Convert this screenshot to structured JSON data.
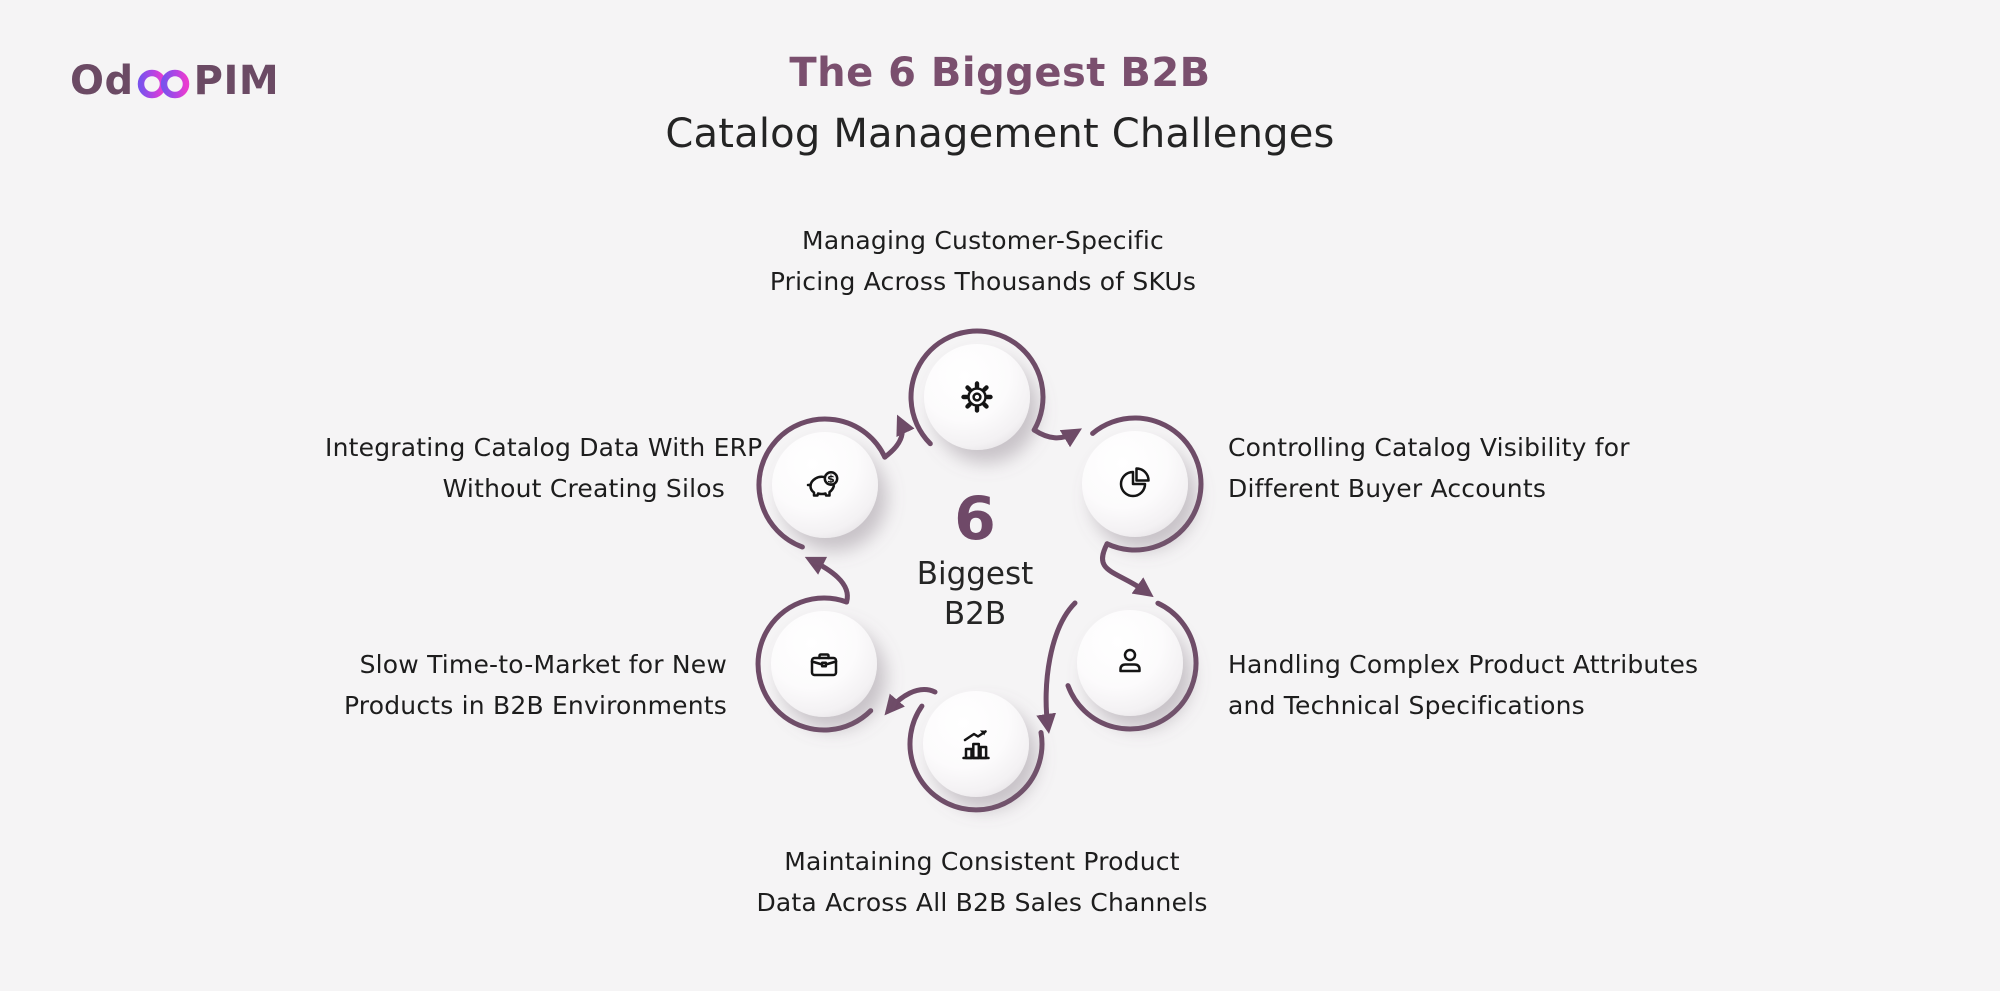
{
  "logo": {
    "prefix": "Od",
    "suffix": "PIM",
    "infinity_icon": "infinity-gradient"
  },
  "header": {
    "title": "The 6 Biggest B2B",
    "subtitle": "Catalog Management Challenges"
  },
  "hub": {
    "number": "6",
    "word1": "Biggest",
    "word2": "B2B"
  },
  "icons": {
    "piggy_dollar": "$"
  },
  "colors": {
    "accent": "#6E4B67",
    "title": "#7A4F6E",
    "text": "#1D1D1D",
    "hub_number": "#6F4968",
    "bg": "#F5F4F5",
    "logo_text": "#6B4A64",
    "logo_gradient_start": "#7B52EC",
    "logo_gradient_end": "#E93CD0"
  },
  "challenges": [
    {
      "position": "top",
      "icon": "gear-icon",
      "label_line1": "Managing Customer-Specific",
      "label_line2": "Pricing Across Thousands of SKUs"
    },
    {
      "position": "upper-right",
      "icon": "pie-chart-icon",
      "label_line1": "Controlling Catalog Visibility for",
      "label_line2": "Different Buyer Accounts"
    },
    {
      "position": "lower-right",
      "icon": "user-icon",
      "label_line1": "Handling Complex Product Attributes",
      "label_line2": "and Technical Specifications"
    },
    {
      "position": "bottom",
      "icon": "growth-chart-icon",
      "label_line1": "Maintaining Consistent Product",
      "label_line2": "Data Across All B2B Sales Channels"
    },
    {
      "position": "lower-left",
      "icon": "briefcase-icon",
      "label_line1": "Slow Time-to-Market for New",
      "label_line2": "Products in B2B Environments"
    },
    {
      "position": "upper-left",
      "icon": "piggy-bank-icon",
      "label_line1": "Integrating Catalog Data With ERP",
      "label_line2": "Without Creating Silos"
    }
  ]
}
